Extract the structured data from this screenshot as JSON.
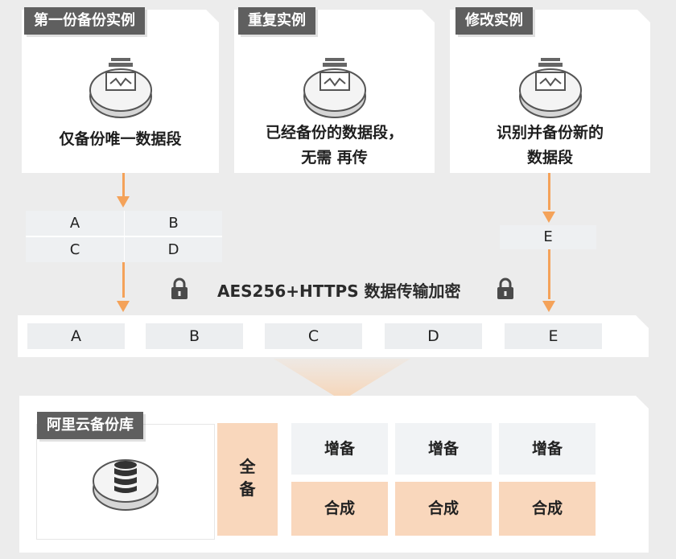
{
  "instances": [
    {
      "tag": "第一份备份实例",
      "lines": [
        "仅备份唯一数据段"
      ]
    },
    {
      "tag": "重复实例",
      "lines": [
        "已经备份的数据段，",
        "无需 再传"
      ]
    },
    {
      "tag": "修改实例",
      "lines": [
        "识别并备份新的",
        "数据段"
      ]
    }
  ],
  "first_segments": [
    "A",
    "B",
    "C",
    "D"
  ],
  "modified_segment": "E",
  "encryption_label": "AES256+HTTPS 数据传输加密",
  "stream_segments": [
    "A",
    "B",
    "C",
    "D",
    "E"
  ],
  "repository": {
    "tag": "阿里云备份库",
    "full_backup_chars": [
      "全",
      "备"
    ],
    "incremental_labels": [
      "增备",
      "增备",
      "增备"
    ],
    "merge_labels": [
      "合成",
      "合成",
      "合成"
    ]
  },
  "colors": {
    "arrow": "#f4a259",
    "tag": "#5f5f5f",
    "accent_fill": "#f9d7bc"
  },
  "icons": {
    "instance": "server-disk-icon",
    "lock": "lock-icon",
    "database": "database-icon"
  }
}
